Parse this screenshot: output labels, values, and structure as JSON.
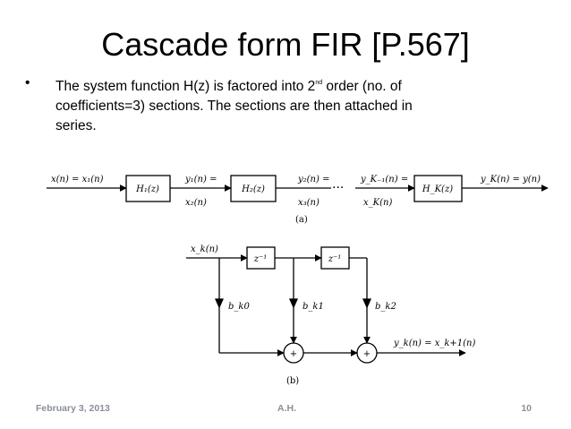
{
  "slide": {
    "title": "Cascade form FIR [P.567]",
    "bullet": {
      "symbol": "•",
      "line1_before": "The system function H(z) is factored into 2",
      "superscript": "nd",
      "line1_after": " order (no. of",
      "line2": "coefficients=3) sections. The sections are then attached in",
      "line3": "series."
    }
  },
  "diagram_a": {
    "input_label": "x(n) = x₁(n)",
    "blocks": [
      "H₁(z)",
      "H₂(z)",
      "H_K(z)"
    ],
    "between_1_top": "y₁(n) =",
    "between_1_bottom": "x₂(n)",
    "between_2_top": "y₂(n) =",
    "between_2_bottom": "x₃(n)",
    "ellipsis": "···",
    "between_3_top": "y_K₋₁(n) =",
    "between_3_bottom": "x_K(n)",
    "output_label": "y_K(n) = y(n)",
    "caption": "(a)"
  },
  "diagram_b": {
    "input_label": "x_k(n)",
    "delays": [
      "z⁻¹",
      "z⁻¹"
    ],
    "coefficients": [
      "b_k0",
      "b_k1",
      "b_k2"
    ],
    "adder_symbol": "+",
    "output_label": "y_k(n) = x_k+1(n)",
    "caption": "(b)"
  },
  "footer": {
    "date": "February 3, 2013",
    "author": "A.H.",
    "page": "10"
  }
}
